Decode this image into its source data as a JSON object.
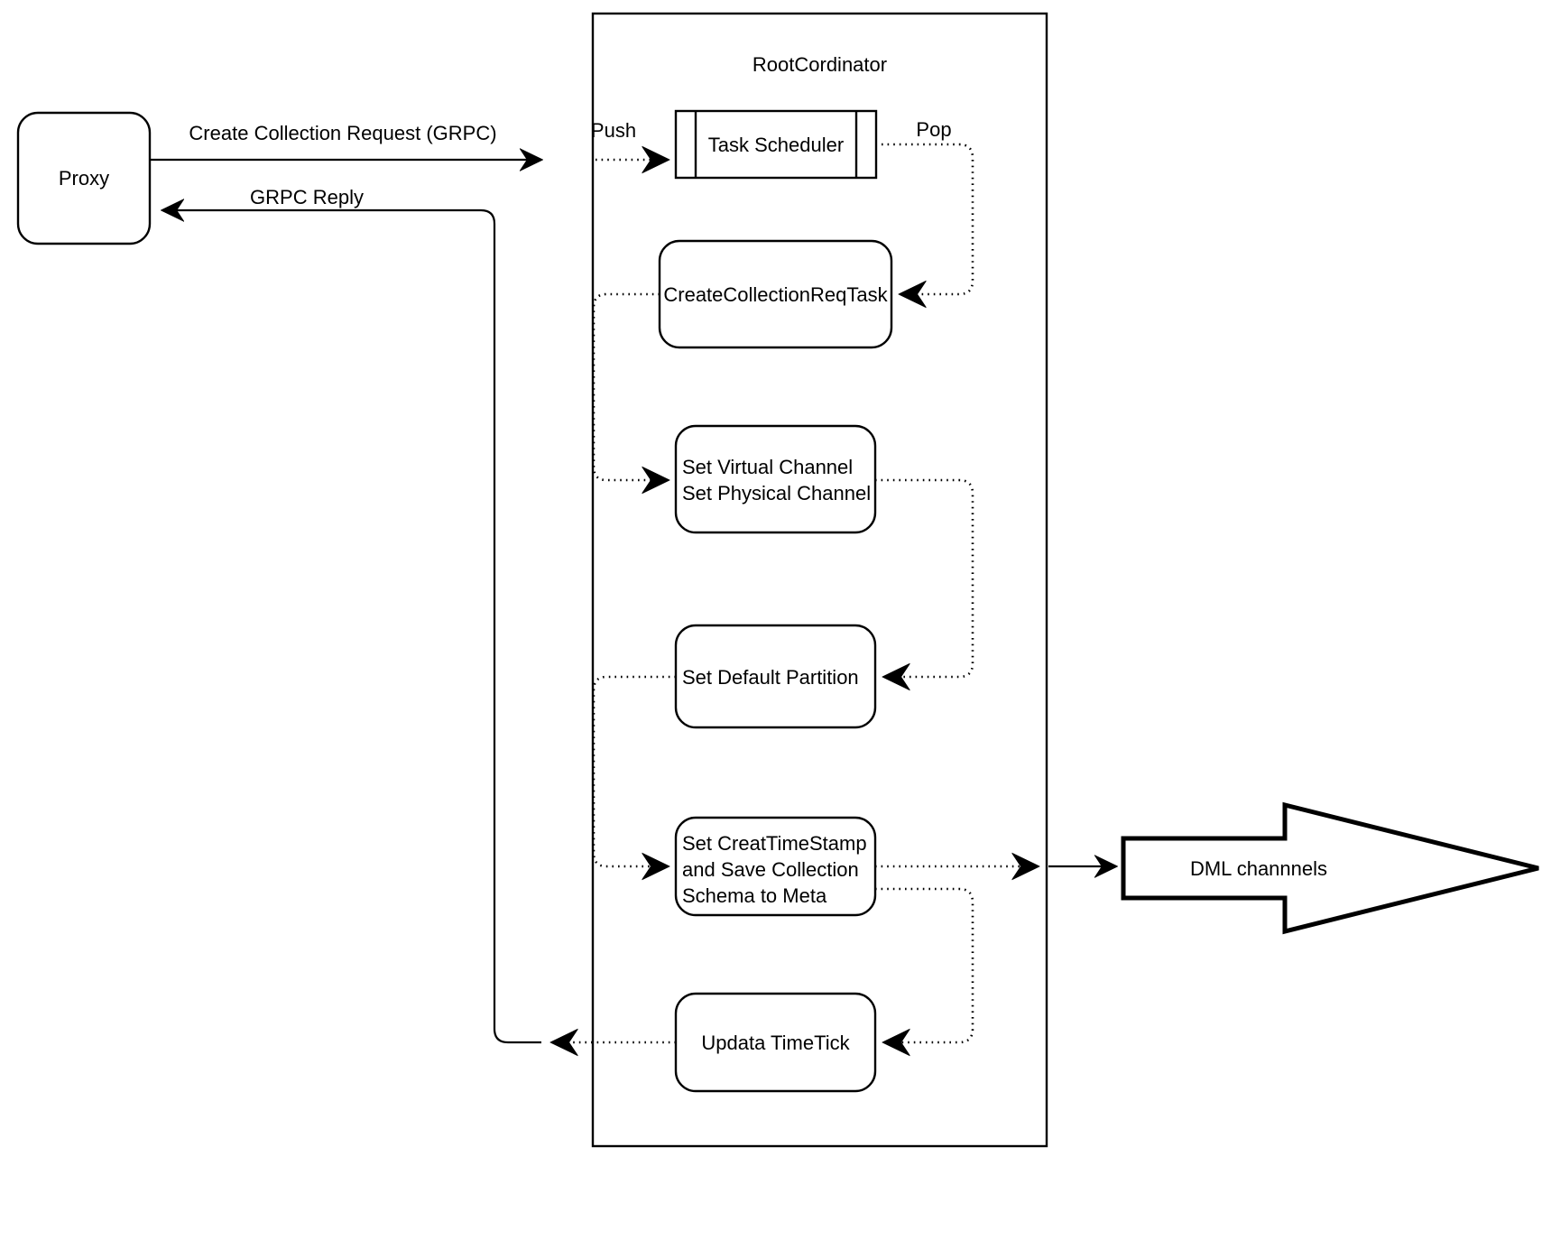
{
  "diagram": {
    "type": "flowchart",
    "title_visible": false,
    "colors": {
      "stroke": "#000000",
      "fill": "#ffffff",
      "background": "#ffffff",
      "text": "#000000"
    },
    "container": {
      "label": "RootCordinator",
      "shape": "rectangle"
    },
    "nodes": [
      {
        "id": "proxy",
        "label": "Proxy",
        "shape": "rounded-rectangle",
        "align": "center"
      },
      {
        "id": "taskscheduler",
        "label": "Task Scheduler",
        "shape": "queue-rectangle",
        "align": "center"
      },
      {
        "id": "reqtask",
        "label": "CreateCollectionReqTask",
        "shape": "rounded-rectangle",
        "align": "center"
      },
      {
        "id": "channels",
        "label": "Set Virtual Channel\nSet Physical Channel",
        "shape": "rounded-rectangle",
        "align": "left"
      },
      {
        "id": "partition",
        "label": "Set Default Partition",
        "shape": "rounded-rectangle",
        "align": "left"
      },
      {
        "id": "timestamp",
        "label": "Set CreatTimeStamp\nand Save Collection\nSchema to Meta",
        "shape": "rounded-rectangle",
        "align": "left"
      },
      {
        "id": "timetick",
        "label": "Updata TimeTick",
        "shape": "rounded-rectangle",
        "align": "center"
      },
      {
        "id": "dml",
        "label": "DML channnels",
        "shape": "block-arrow-right",
        "align": "center"
      }
    ],
    "edges": [
      {
        "id": "e1",
        "from": "proxy",
        "to": "container-left",
        "label": "Create Collection Request (GRPC)",
        "style": "solid"
      },
      {
        "id": "e2",
        "from": "container-left",
        "to": "taskscheduler",
        "label": "Push",
        "style": "dotted"
      },
      {
        "id": "e3",
        "from": "taskscheduler",
        "to": "reqtask",
        "label": "Pop",
        "style": "dotted"
      },
      {
        "id": "e4",
        "from": "reqtask",
        "to": "channels",
        "label": "",
        "style": "dotted"
      },
      {
        "id": "e5",
        "from": "channels",
        "to": "partition",
        "label": "",
        "style": "dotted"
      },
      {
        "id": "e6",
        "from": "partition",
        "to": "timestamp",
        "label": "",
        "style": "dotted"
      },
      {
        "id": "e7",
        "from": "timestamp",
        "to": "timetick",
        "label": "",
        "style": "dotted"
      },
      {
        "id": "e8",
        "from": "timestamp",
        "to": "dml",
        "label": "",
        "style": "dotted-then-solid"
      },
      {
        "id": "e9",
        "from": "timetick",
        "to": "proxy",
        "label": "GRPC Reply",
        "style": "dotted-then-solid"
      }
    ],
    "labels": {
      "create_request": "Create Collection Request (GRPC)",
      "grpc_reply": "GRPC Reply",
      "push": "Push",
      "pop": "Pop",
      "root_cordinator": "RootCordinator",
      "proxy": "Proxy",
      "task_scheduler": "Task Scheduler",
      "req_task": "CreateCollectionReqTask",
      "set_channels": "Set Virtual Channel\nSet Physical Channel",
      "set_partition": "Set Default Partition",
      "set_timestamp": "Set CreatTimeStamp\nand Save Collection\nSchema to Meta",
      "update_timetick": "Updata TimeTick",
      "dml_channels": "DML channnels"
    }
  }
}
